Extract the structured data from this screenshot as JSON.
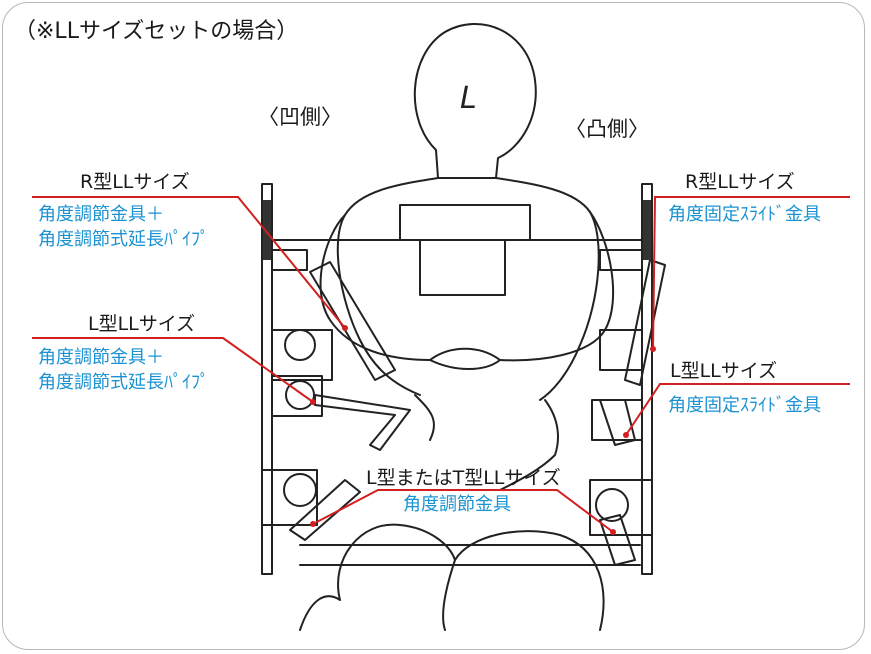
{
  "title": "（※LLサイズセットの場合）",
  "side_labels": {
    "left": "〈凹側〉",
    "right": "〈凸側〉"
  },
  "figure_letter": "L",
  "callouts": {
    "left_top": {
      "name": "R型LLサイズ",
      "desc1": "角度調節金具＋",
      "desc2": "角度調節式延長ﾊﾟｲﾌﾟ"
    },
    "left_mid": {
      "name": "L型LLサイズ",
      "desc1": "角度調節金具＋",
      "desc2": "角度調節式延長ﾊﾟｲﾌﾟ"
    },
    "right_top": {
      "name": "R型LLサイズ",
      "desc1": "角度固定ｽﾗｲﾄﾞ金具"
    },
    "right_mid": {
      "name": "L型LLサイズ",
      "desc1": "角度固定ｽﾗｲﾄﾞ金具"
    },
    "bottom_center": {
      "name": "L型またはT型LLサイズ",
      "desc1": "角度調節金具"
    }
  },
  "colors": {
    "leader": "#d21f1f",
    "blue_text": "#1b93d3",
    "line_art": "#222222",
    "frame": "#b8b8b8"
  }
}
